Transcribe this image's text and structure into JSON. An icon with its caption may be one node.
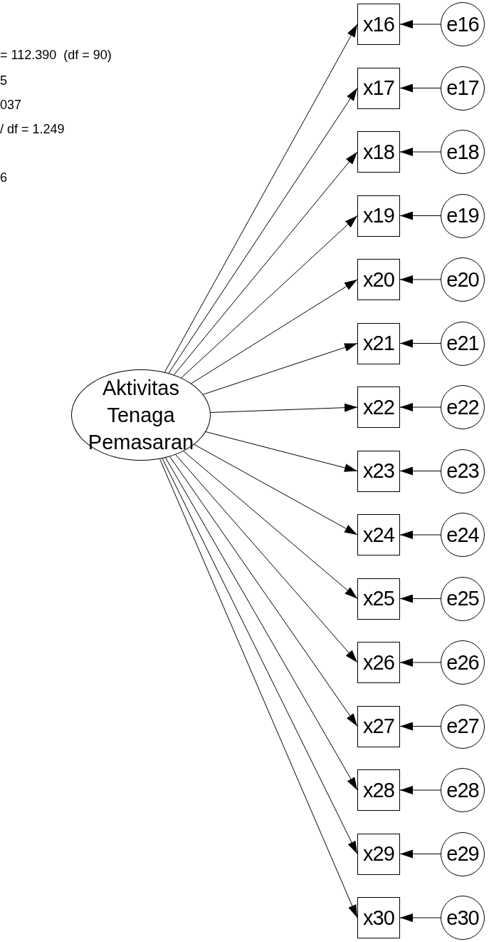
{
  "diagram": {
    "nodes": [
      {
        "text": [
          "Aktivitas Tenaga Pemasaran"
        ]
      },
      {
        "text": [
          "x16"
        ]
      },
      {
        "text": [
          "x17"
        ]
      },
      {
        "text": [
          "x18"
        ]
      },
      {
        "text": [
          "x19"
        ]
      },
      {
        "text": [
          "x20"
        ]
      },
      {
        "text": [
          "x21"
        ]
      },
      {
        "text": [
          "x22"
        ]
      },
      {
        "text": [
          "x23"
        ]
      },
      {
        "text": [
          "x24"
        ]
      },
      {
        "text": [
          "x25"
        ]
      },
      {
        "text": [
          "x26"
        ]
      },
      {
        "text": [
          "x27"
        ]
      },
      {
        "text": [
          "x28"
        ]
      },
      {
        "text": [
          "x29"
        ]
      },
      {
        "text": [
          "x30"
        ]
      },
      {
        "text": [
          "e16"
        ]
      },
      {
        "text": [
          "e17"
        ]
      },
      {
        "text": [
          "e18"
        ]
      },
      {
        "text": [
          "e19"
        ]
      },
      {
        "text": [
          "e20"
        ]
      },
      {
        "text": [
          "e21"
        ]
      },
      {
        "text": [
          "e22"
        ]
      },
      {
        "text": [
          "e23"
        ]
      },
      {
        "text": [
          "e24"
        ]
      },
      {
        "text": [
          "e25"
        ]
      },
      {
        "text": [
          "e26"
        ]
      },
      {
        "text": [
          "e27"
        ]
      },
      {
        "text": [
          "e28"
        ]
      },
      {
        "text": [
          "e29"
        ]
      },
      {
        "text": [
          "e30"
        ]
      }
    ],
    "edges": [
      {
        "from": 0,
        "to": 1,
        "arrow": "to"
      },
      {
        "from": 0,
        "to": 2,
        "arrow": "to"
      },
      {
        "from": 0,
        "to": 3,
        "arrow": "to"
      },
      {
        "from": 0,
        "to": 4,
        "arrow": "to"
      },
      {
        "from": 0,
        "to": 5,
        "arrow": "to"
      },
      {
        "from": 0,
        "to": 6,
        "arrow": "to"
      },
      {
        "from": 0,
        "to": 7,
        "arrow": "to"
      },
      {
        "from": 0,
        "to": 8,
        "arrow": "to"
      },
      {
        "from": 0,
        "to": 9,
        "arrow": "to"
      },
      {
        "from": 0,
        "to": 10,
        "arrow": "to"
      },
      {
        "from": 0,
        "to": 11,
        "arrow": "to"
      },
      {
        "from": 0,
        "to": 12,
        "arrow": "to"
      },
      {
        "from": 0,
        "to": 13,
        "arrow": "to"
      },
      {
        "from": 0,
        "to": 14,
        "arrow": "to"
      },
      {
        "from": 0,
        "to": 15,
        "arrow": "to"
      },
      {
        "from": 16,
        "to": 1,
        "arrow": "to"
      },
      {
        "from": 17,
        "to": 2,
        "arrow": "to"
      },
      {
        "from": 18,
        "to": 3,
        "arrow": "to"
      },
      {
        "from": 19,
        "to": 4,
        "arrow": "to"
      },
      {
        "from": 20,
        "to": 5,
        "arrow": "to"
      },
      {
        "from": 21,
        "to": 6,
        "arrow": "to"
      },
      {
        "from": 22,
        "to": 7,
        "arrow": "to"
      },
      {
        "from": 23,
        "to": 8,
        "arrow": "to"
      },
      {
        "from": 24,
        "to": 9,
        "arrow": "to"
      },
      {
        "from": 25,
        "to": 10,
        "arrow": "to"
      },
      {
        "from": 26,
        "to": 11,
        "arrow": "to"
      },
      {
        "from": 27,
        "to": 12,
        "arrow": "to"
      },
      {
        "from": 28,
        "to": 13,
        "arrow": "to"
      },
      {
        "from": 29,
        "to": 14,
        "arrow": "to"
      },
      {
        "from": 30,
        "to": 15,
        "arrow": "to"
      }
    ],
    "labels": [
      "= 112.390  (df = 90)",
      "5",
      "037",
      "/ df = 1.249",
      "6"
    ]
  }
}
